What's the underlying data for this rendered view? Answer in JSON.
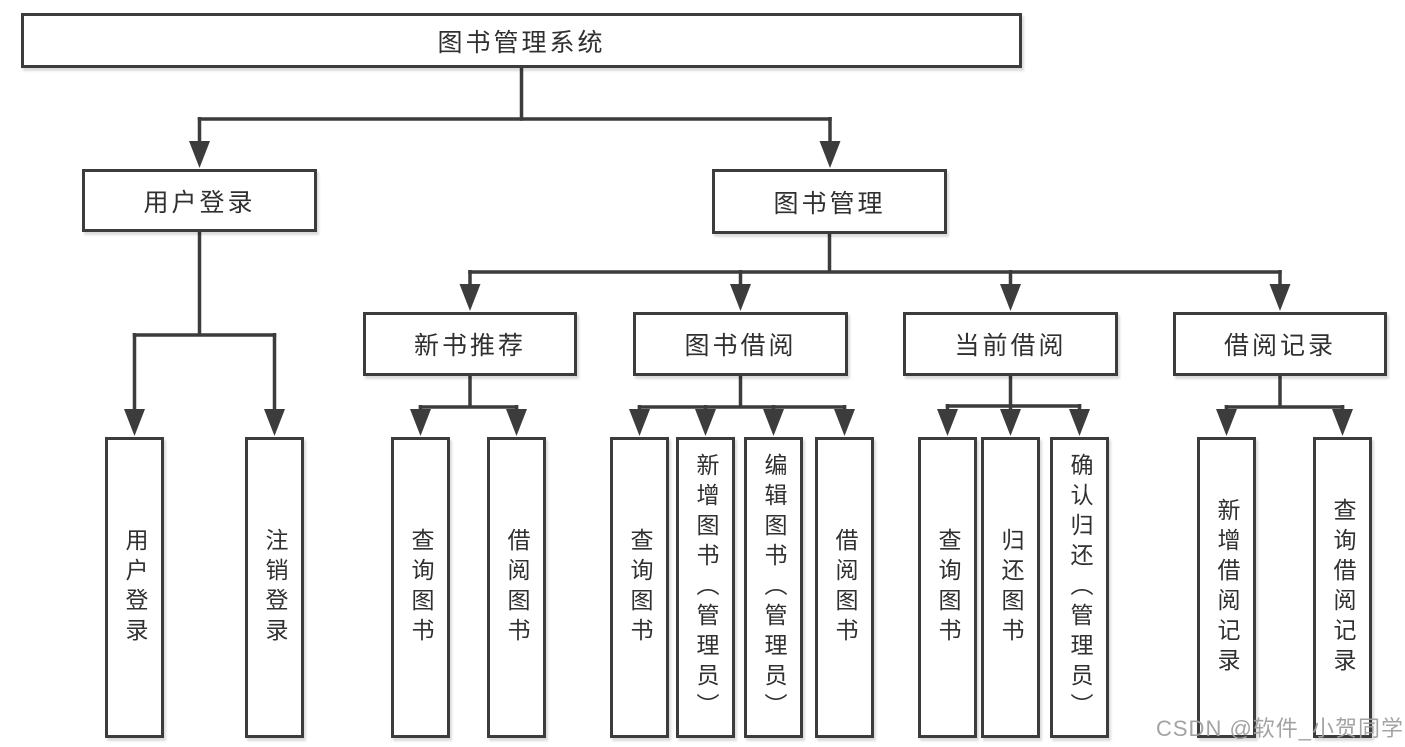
{
  "diagram": {
    "root": {
      "label": "图书管理系统"
    },
    "children": [
      {
        "label": "用户登录",
        "children": [
          {
            "label": "用户登录"
          },
          {
            "label": "注销登录"
          }
        ]
      },
      {
        "label": "图书管理",
        "children": [
          {
            "label": "新书推荐",
            "children": [
              {
                "label": "查询图书"
              },
              {
                "label": "借阅图书"
              }
            ]
          },
          {
            "label": "图书借阅",
            "children": [
              {
                "label": "查询图书"
              },
              {
                "label": "新增图书（管理员）"
              },
              {
                "label": "编辑图书（管理员）"
              },
              {
                "label": "借阅图书"
              }
            ]
          },
          {
            "label": "当前借阅",
            "children": [
              {
                "label": "查询图书"
              },
              {
                "label": "归还图书"
              },
              {
                "label": "确认归还（管理员）"
              }
            ]
          },
          {
            "label": "借阅记录",
            "children": [
              {
                "label": "新增借阅记录"
              },
              {
                "label": "查询借阅记录"
              }
            ]
          }
        ]
      }
    ]
  },
  "watermark": {
    "text": "CSDN @软件_小贺同学"
  },
  "colors": {
    "line": "#3c3c3c",
    "text": "#303032",
    "background": "#ffffff",
    "watermark": "#9e9ea0"
  }
}
